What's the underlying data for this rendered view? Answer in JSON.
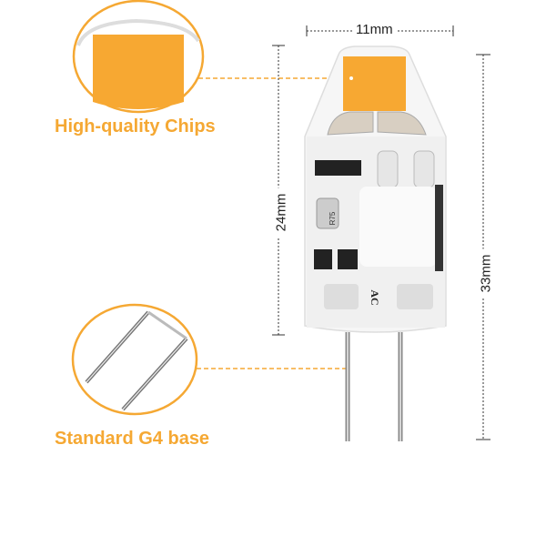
{
  "callouts": {
    "chips_label": "High-quality Chips",
    "base_label": "Standard G4 base"
  },
  "dimensions": {
    "width": "11mm",
    "body_height": "24mm",
    "total_height": "33mm"
  },
  "bulb": {
    "ac_marking": "AC",
    "resistor_marking": "R75"
  },
  "colors": {
    "accent": "#F5A833",
    "chip": "#F7A832"
  }
}
